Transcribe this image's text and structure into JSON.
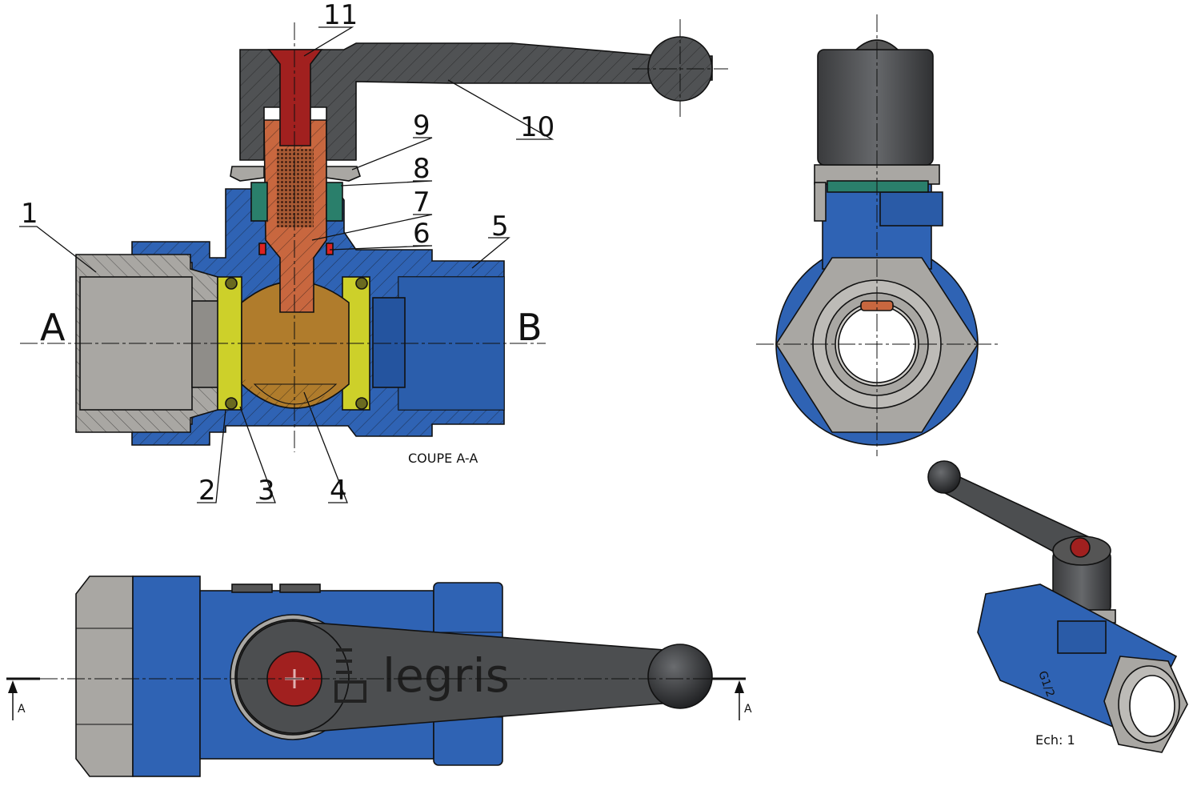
{
  "labels": {
    "callouts": [
      "1",
      "2",
      "3",
      "4",
      "5",
      "6",
      "7",
      "8",
      "9",
      "10",
      "11"
    ],
    "section_left": "A",
    "section_right": "B",
    "section_title": "COUPE A-A",
    "cut_marker": "A",
    "brand": "legris",
    "size_mark": "G1/2",
    "scale": "Ech: 1"
  },
  "colors": {
    "body": "#2f63b4",
    "nut": "#a9a7a3",
    "handle": "#505254",
    "ball": "#b07c2c",
    "seat": "#cdd02a",
    "stem": "#c8673f",
    "screw": "#a1201f",
    "gland": "#2a7f6b"
  }
}
